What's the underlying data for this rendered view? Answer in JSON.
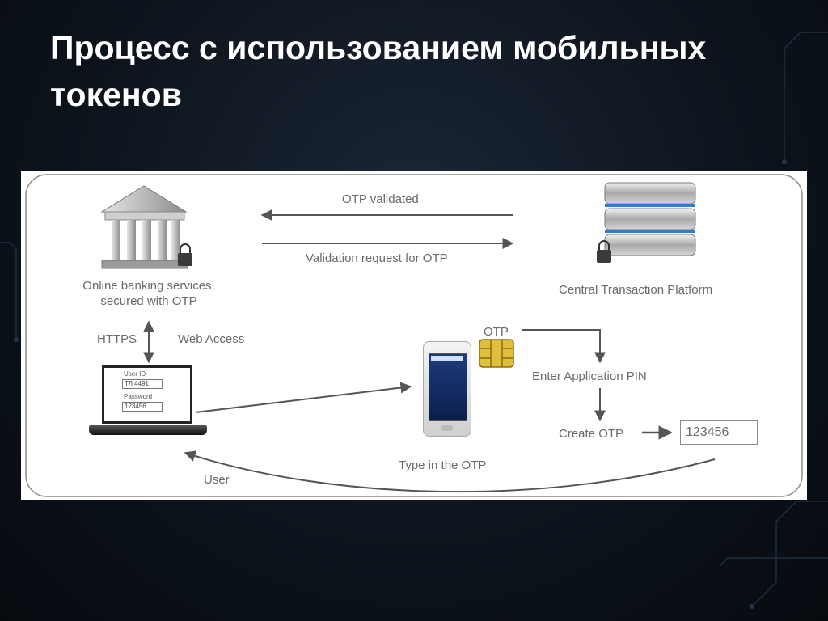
{
  "slide": {
    "title_line1": "Процесс с использованием мобильных",
    "title_line2": "токенов"
  },
  "diagram": {
    "bank_label_line1": "Online banking services,",
    "bank_label_line2": "secured with OTP",
    "platform_label": "Central Transaction Platform",
    "otp_validated": "OTP validated",
    "validation_request": "Validation request for OTP",
    "https": "HTTPS",
    "web_access": "Web Access",
    "otp": "OTP",
    "enter_pin": "Enter Application PIN",
    "create_otp": "Create OTP",
    "otp_value": "123456",
    "type_in_otp": "Type in the OTP",
    "user": "User",
    "laptop_user_id_label": "User ID",
    "laptop_user_id_value": "ТЛ 4491",
    "laptop_password_label": "Password",
    "laptop_password_value": "123456"
  }
}
